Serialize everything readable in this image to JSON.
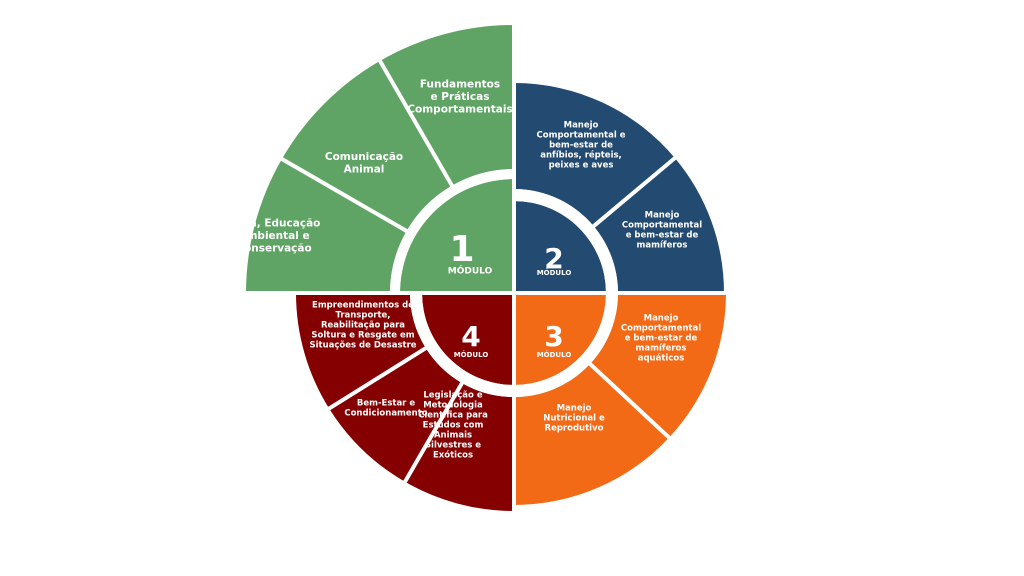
{
  "modules": [
    {
      "number": "1",
      "word": "MÓDULO",
      "color": "#5fa465",
      "segments": [
        {
          "lines": [
            "Ética, Educação",
            "Ambiental e",
            "Conservação"
          ]
        },
        {
          "lines": [
            "Comunicação",
            "Animal"
          ]
        },
        {
          "lines": [
            "Fundamentos",
            "e Práticas",
            "Comportamentais"
          ]
        }
      ]
    },
    {
      "number": "2",
      "word": "MÓDULO",
      "color": "#234b71",
      "segments": [
        {
          "lines": [
            "Manejo",
            "Comportamental e",
            "bem-estar de",
            "anfíbios, répteis,",
            "peixes e aves"
          ]
        },
        {
          "lines": [
            "Manejo",
            "Comportamental",
            "e bem-estar de",
            "mamíferos"
          ]
        }
      ]
    },
    {
      "number": "3",
      "word": "MÓDULO",
      "color": "#f26a16",
      "segments": [
        {
          "lines": [
            "Manejo",
            "Comportamental",
            "e bem-estar de",
            "mamíferos",
            "aquáticos"
          ]
        },
        {
          "lines": [
            "Manejo",
            "Nutricional e",
            "Reprodutivo"
          ]
        }
      ]
    },
    {
      "number": "4",
      "word": "MÓDULO",
      "color": "#850101",
      "segments": [
        {
          "lines": [
            "Empreendimentos de",
            "Transporte,",
            "Reabilitação para",
            "Soltura e Resgate em",
            "Situações de Desastre"
          ]
        },
        {
          "lines": [
            "Bem-Estar e",
            "Condicionamento"
          ]
        },
        {
          "lines": [
            "Legislação e",
            "Metodologia",
            "Científica para",
            "Estudos com",
            "Animais",
            "Silvestres e",
            "Exóticos"
          ]
        }
      ]
    }
  ]
}
